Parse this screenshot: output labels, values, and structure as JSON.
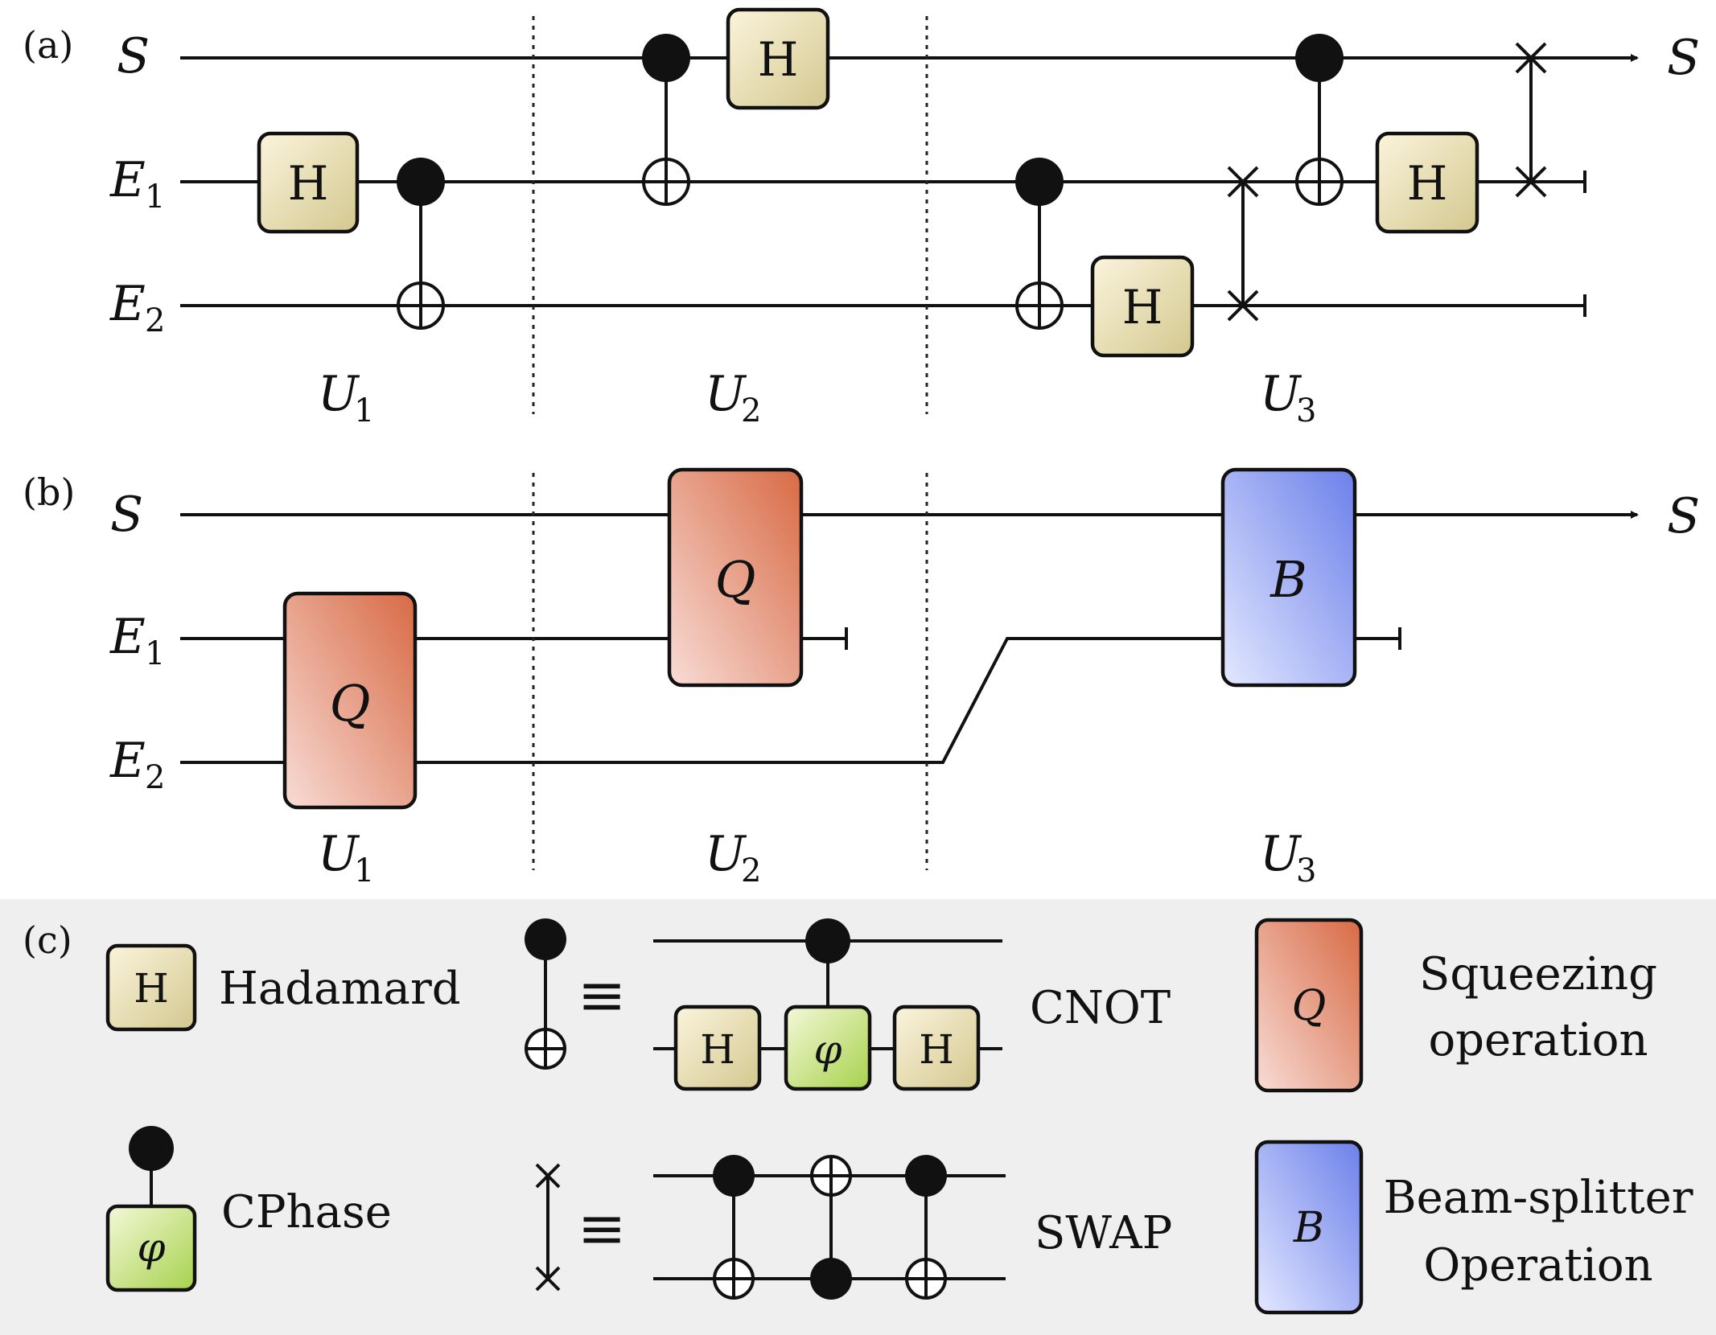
{
  "panels": {
    "a": {
      "tag": "(a)",
      "wire_labels": [
        "S",
        "E",
        "E"
      ],
      "wire_subs": [
        "",
        "1",
        "2"
      ],
      "out_label": "S",
      "stages": [
        {
          "name": "U",
          "sub": "1"
        },
        {
          "name": "U",
          "sub": "2"
        },
        {
          "name": "U",
          "sub": "3"
        }
      ],
      "gate_text": "H"
    },
    "b": {
      "tag": "(b)",
      "wire_labels": [
        "S",
        "E",
        "E"
      ],
      "wire_subs": [
        "",
        "1",
        "2"
      ],
      "out_label": "S",
      "stages": [
        {
          "name": "U",
          "sub": "1"
        },
        {
          "name": "U",
          "sub": "2"
        },
        {
          "name": "U",
          "sub": "3"
        }
      ],
      "squeeze_text": "Q",
      "beam_text": "B"
    }
  },
  "legend": {
    "tag": "(c)",
    "hadamard": {
      "symbol": "H",
      "label": "Hadamard"
    },
    "cphase": {
      "symbol": "φ",
      "label": "CPhase"
    },
    "cnot": {
      "label": "CNOT",
      "equiv": "≡",
      "gate_h": "H",
      "gate_phi": "φ"
    },
    "swap": {
      "label": "SWAP",
      "equiv": "≡"
    },
    "squeeze": {
      "symbol": "Q",
      "label_line1": "Squeezing",
      "label_line2": "operation"
    },
    "beam": {
      "symbol": "B",
      "label_line1": "Beam-splitter",
      "label_line2": "Operation"
    }
  },
  "colors": {
    "hadamard_light": "#fbf4dc",
    "hadamard_dark": "#d3c88f",
    "squeeze_light": "#f8dcd6",
    "squeeze_dark": "#d86a44",
    "beam_light": "#e3e8ff",
    "beam_dark": "#6c80ea",
    "phase_light": "#f4f8d8",
    "phase_dark": "#a6d24c",
    "legend_bg": "#efefef"
  }
}
